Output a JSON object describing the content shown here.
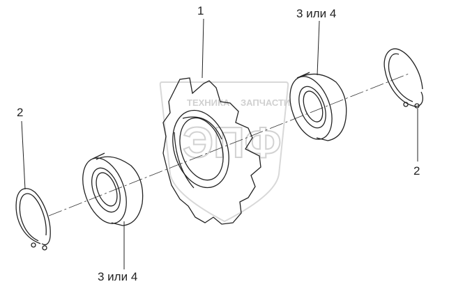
{
  "callouts": {
    "sprocket": "1",
    "bearing_top": "3 или 4",
    "bearing_bottom": "3 или 4",
    "ring_left": "2",
    "ring_right": "2"
  },
  "watermark": {
    "left_word": "ТЕХНИКА",
    "right_word": "ЗАПЧАСТИ",
    "center_mark": "ЭПФ"
  },
  "colors": {
    "line": "#222222",
    "watermark": "#d4d4d4",
    "background": "#ffffff"
  }
}
